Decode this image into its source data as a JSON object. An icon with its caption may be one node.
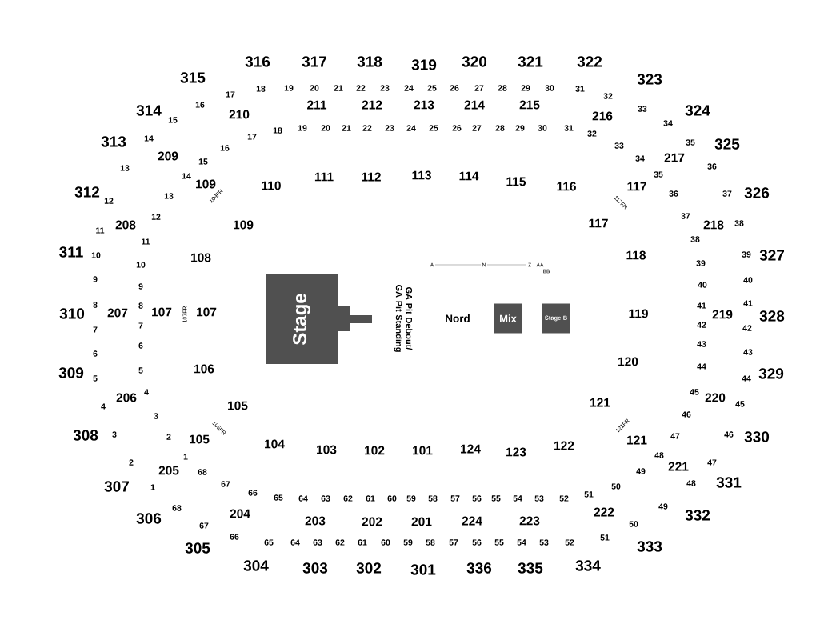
{
  "diagram": {
    "nodes": [
      {
        "text": [
          "Stage"
        ]
      },
      {
        "text": [
          "Mix"
        ]
      },
      {
        "text": [
          "Stage B"
        ]
      }
    ],
    "labels": [
      "316",
      "317",
      "318",
      "319",
      "320",
      "321",
      "322",
      "315",
      "323",
      "17",
      "18",
      "19",
      "20",
      "21",
      "22",
      "23",
      "24",
      "25",
      "26",
      "27",
      "28",
      "29",
      "30",
      "31",
      "32",
      "314",
      "16",
      "210",
      "211",
      "212",
      "213",
      "214",
      "215",
      "216",
      "33",
      "324",
      "15",
      "34",
      "18",
      "19",
      "20",
      "21",
      "22",
      "23",
      "24",
      "25",
      "26",
      "27",
      "28",
      "29",
      "30",
      "31",
      "32",
      "313",
      "14",
      "16",
      "17",
      "33",
      "35",
      "325",
      "13",
      "209",
      "15",
      "34",
      "217",
      "36",
      "14",
      "109",
      "110",
      "111",
      "112",
      "113",
      "114",
      "115",
      "116",
      "117",
      "35",
      "312",
      "12",
      "13",
      "109FR",
      "117FR",
      "36",
      "37",
      "326",
      "208",
      "12",
      "109",
      "117",
      "37",
      "218",
      "38",
      "11",
      "11",
      "38",
      "311",
      "10",
      "10",
      "108",
      "A",
      "N",
      "Z",
      "AA",
      "BB",
      "118",
      "39",
      "39",
      "327",
      "9",
      "9",
      "40",
      "40",
      "310",
      "8",
      "207",
      "8",
      "107",
      "107FR",
      "107",
      "GA Pit Debout/ GA Pit Standing",
      "Nord",
      "119",
      "41",
      "219",
      "41",
      "328",
      "7",
      "7",
      "42",
      "42",
      "6",
      "6",
      "43",
      "43",
      "309",
      "5",
      "5",
      "106",
      "120",
      "44",
      "44",
      "329",
      "4",
      "206",
      "4",
      "105",
      "121",
      "45",
      "220",
      "45",
      "3",
      "105FR",
      "121FR",
      "46",
      "308",
      "3",
      "2",
      "105",
      "104",
      "103",
      "102",
      "101",
      "124",
      "123",
      "122",
      "121",
      "47",
      "46",
      "330",
      "2",
      "205",
      "1",
      "68",
      "49",
      "48",
      "221",
      "47",
      "307",
      "1",
      "67",
      "66",
      "65",
      "64",
      "63",
      "62",
      "61",
      "60",
      "59",
      "58",
      "57",
      "56",
      "55",
      "54",
      "53",
      "52",
      "51",
      "50",
      "48",
      "331",
      "306",
      "68",
      "67",
      "204",
      "203",
      "202",
      "201",
      "224",
      "223",
      "222",
      "50",
      "49",
      "332",
      "305",
      "66",
      "65",
      "64",
      "63",
      "62",
      "61",
      "60",
      "59",
      "58",
      "57",
      "56",
      "55",
      "54",
      "53",
      "52",
      "51",
      "333",
      "304",
      "303",
      "302",
      "301",
      "336",
      "335",
      "334"
    ]
  }
}
